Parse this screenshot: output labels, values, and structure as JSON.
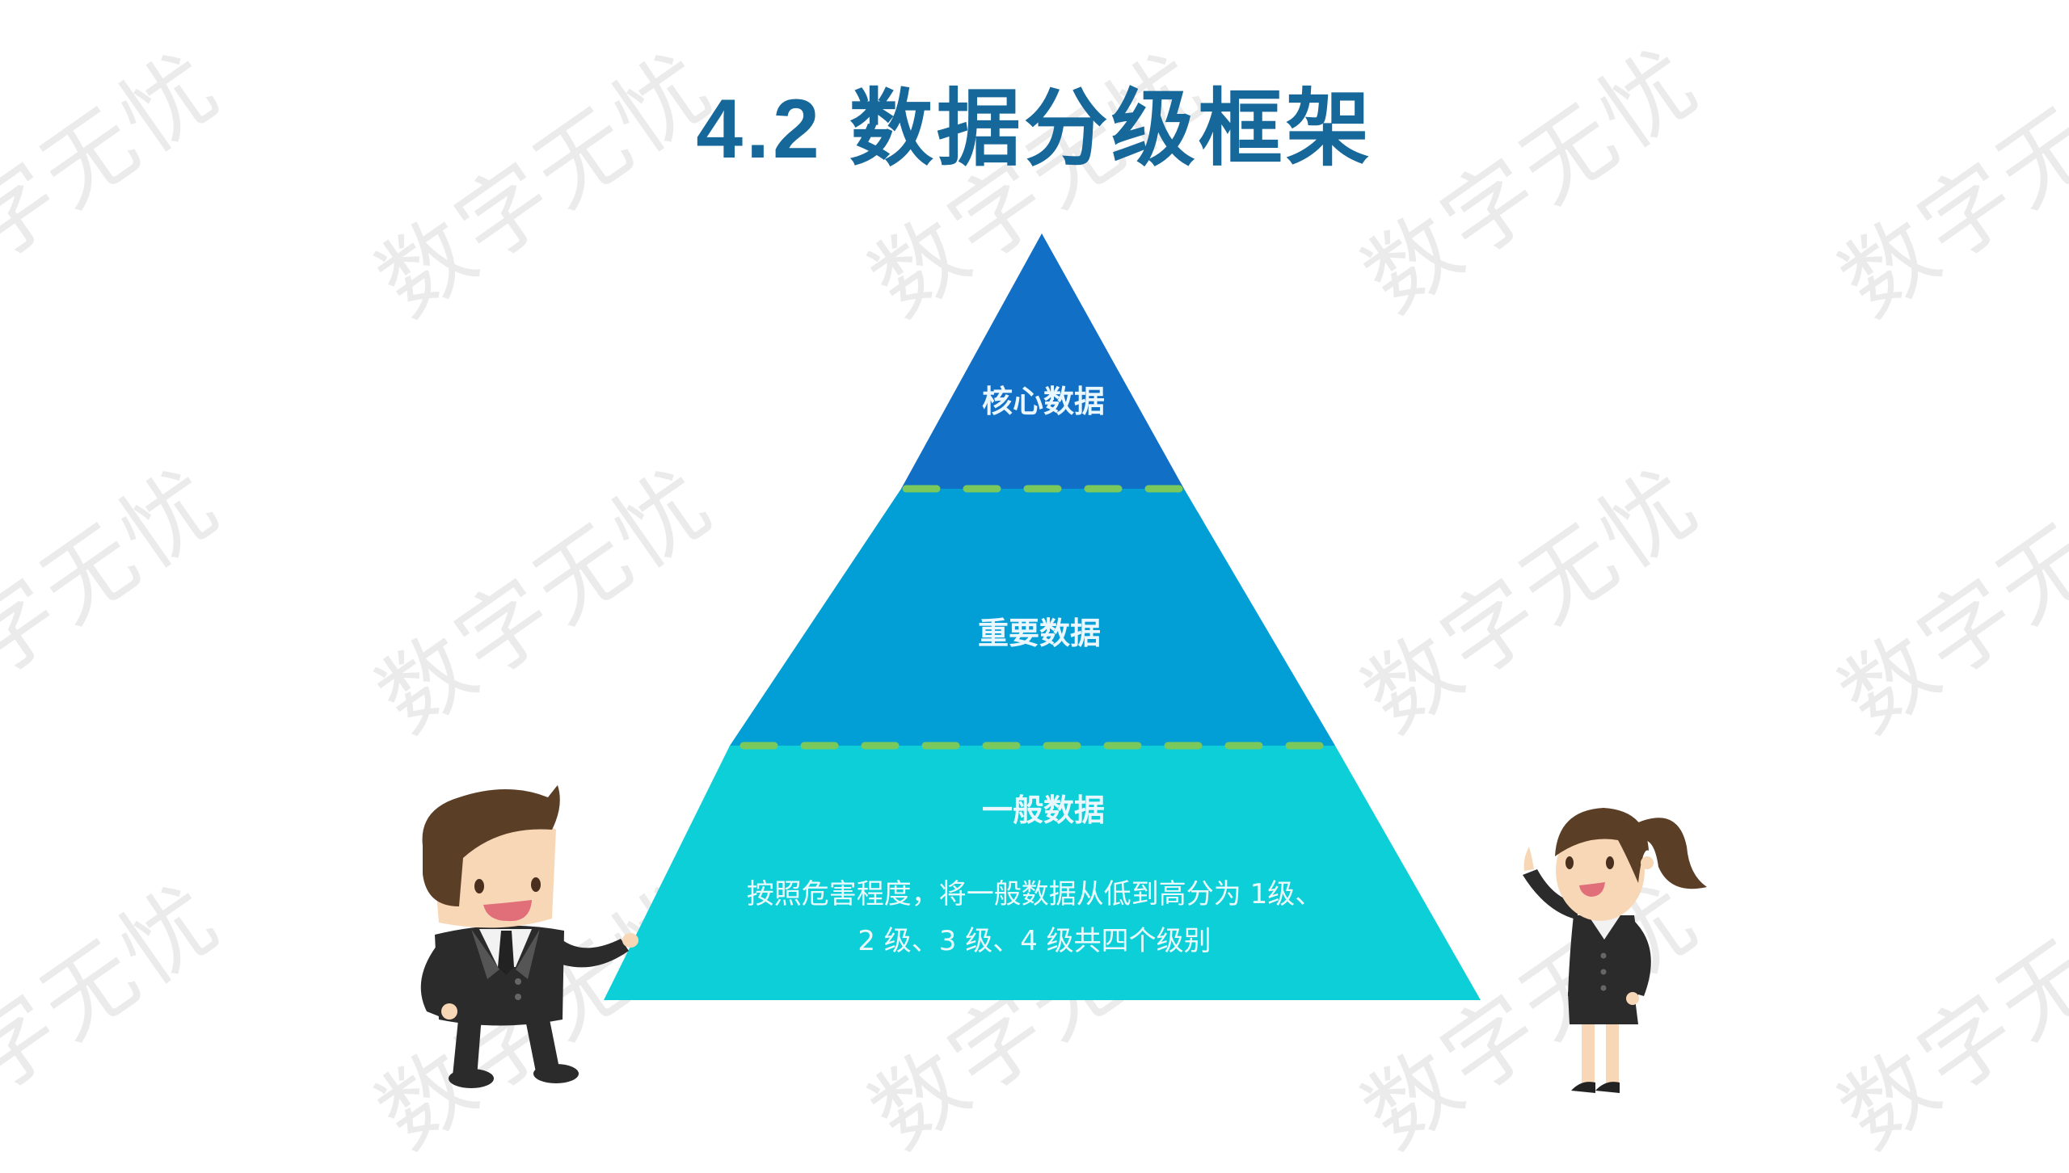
{
  "slide": {
    "title": "4.2 数据分级框架",
    "watermark_text": "数字无忧"
  },
  "pyramid": {
    "tiers": [
      {
        "label": "核心数据",
        "color": "#1170c6"
      },
      {
        "label": "重要数据",
        "color": "#029ed6"
      },
      {
        "label": "一般数据",
        "color": "#0dcfd8",
        "description_lines": [
          "按照危害程度，将一般数据从低到高分为 1级、",
          "2 级、3 级、4 级共四个级别"
        ]
      }
    ],
    "divider_color": "#7ac95c"
  },
  "characters": [
    {
      "name": "businessman",
      "pose": "pointing-at-pyramid"
    },
    {
      "name": "businesswoman",
      "pose": "finger-raised"
    }
  ],
  "colors": {
    "title": "#16679a",
    "background": "#ffffff",
    "watermark": "#ebebeb"
  }
}
